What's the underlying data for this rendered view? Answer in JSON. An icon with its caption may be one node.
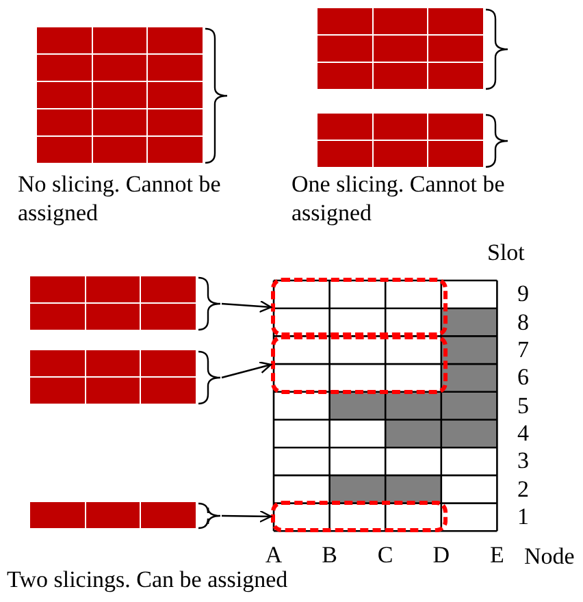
{
  "diagram": {
    "nodes": [
      {
        "text": [],
        "shape": "box"
      },
      {
        "text": [],
        "shape": "box"
      },
      {
        "text": [],
        "shape": "box"
      },
      {
        "text": [],
        "shape": "box"
      },
      {
        "text": [],
        "shape": "box"
      },
      {
        "text": [],
        "shape": "box"
      },
      {
        "text": [],
        "shape": "box"
      },
      {
        "text": [],
        "shape": "box"
      },
      {
        "text": [],
        "shape": "box"
      }
    ],
    "edges": [
      {
        "from": 3,
        "to": 4,
        "arrow": "to"
      },
      {
        "from": 5,
        "to": 6,
        "arrow": "to"
      },
      {
        "from": 7,
        "to": 8,
        "arrow": "to"
      }
    ],
    "labels": [
      "No slicing. Cannot be assigned",
      "One slicing. Cannot be assigned",
      "Slot",
      "9",
      "8",
      "7",
      "6",
      "5",
      "4",
      "3",
      "2",
      "1",
      "A",
      "B",
      "C",
      "D",
      "E",
      "Node",
      "Two slicings. Can be assigned"
    ]
  }
}
